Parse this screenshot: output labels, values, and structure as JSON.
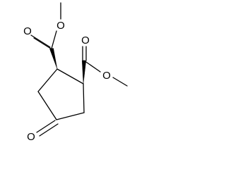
{
  "molecule": {
    "atoms": {
      "ketone_oxygen": "O",
      "ester_left_carbonyl_oxygen": "O",
      "ester_left_ether_oxygen": "O",
      "ester_right_carbonyl_oxygen": "O",
      "ester_right_ether_oxygen": "O"
    }
  },
  "colors": {
    "ink": "#000000",
    "background": "#ffffff"
  }
}
